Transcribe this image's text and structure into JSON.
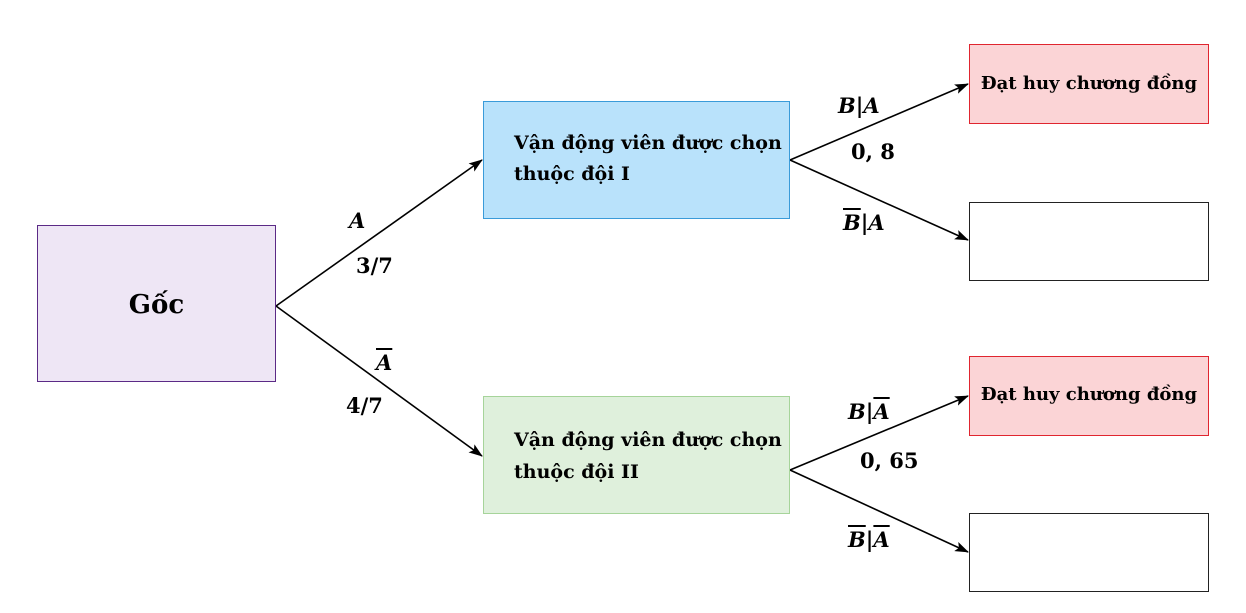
{
  "nodes": {
    "root": {
      "label": "Gốc"
    },
    "team1": {
      "line1": "Vận động viên được chọn",
      "line2": "thuộc đội I"
    },
    "team2": {
      "line1": "Vận động viên được chọn",
      "line2": "thuộc đội II"
    },
    "medal1": {
      "label": "Đạt huy chương đồng"
    },
    "empty1": {
      "label": ""
    },
    "medal2": {
      "label": "Đạt huy chương đồng"
    },
    "empty2": {
      "label": ""
    }
  },
  "edges": {
    "root_team1": {
      "event": "A",
      "prob": "3/7"
    },
    "root_team2": {
      "event": "A",
      "prob": "4/7"
    },
    "team1_medal": {
      "event_b": "B",
      "sep": "|",
      "event_a": "A",
      "prob": "0, 8"
    },
    "team1_empty": {
      "event_b": "B",
      "sep": "|",
      "event_a": "A"
    },
    "team2_medal": {
      "event_b": "B",
      "sep": "|",
      "event_a": "A",
      "prob": "0, 65"
    },
    "team2_empty": {
      "event_b": "B",
      "sep": "|",
      "event_a": "A"
    }
  },
  "colors": {
    "root_fill": "#eee6f5",
    "root_border": "#5b2a86",
    "team1_fill": "#b9e2fb",
    "team1_border": "#3a9bd9",
    "team2_fill": "#dff0dc",
    "team2_border": "#a6d49a",
    "medal_fill": "#fbd4d6",
    "medal_border": "#e0252f",
    "empty_border": "#222222",
    "arrow": "#000000"
  }
}
